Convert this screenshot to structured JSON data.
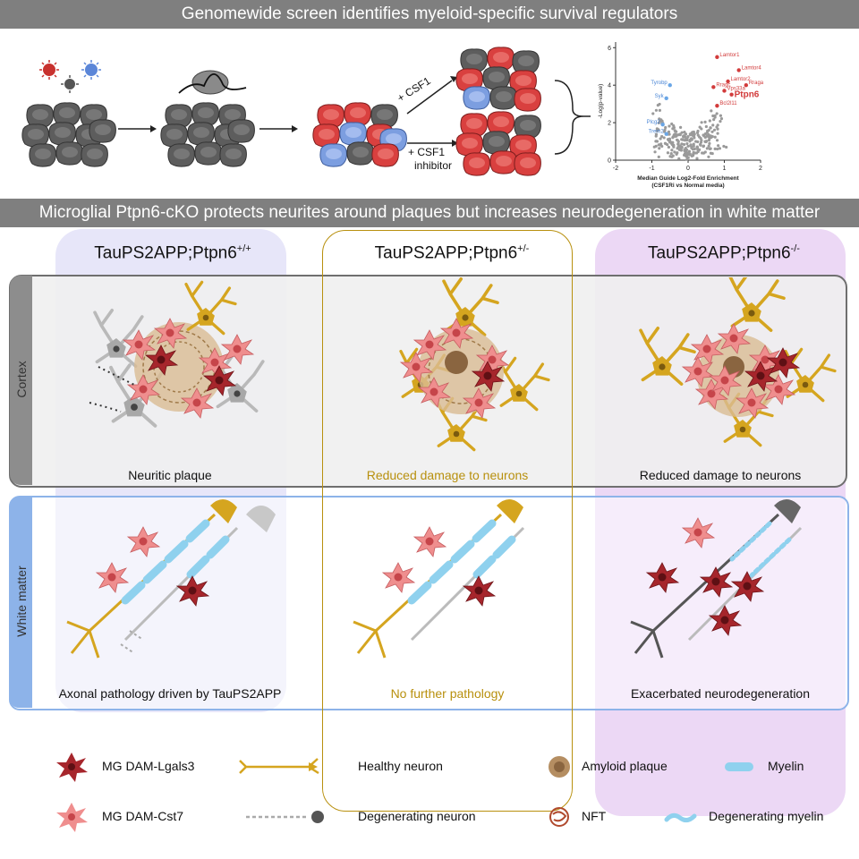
{
  "banners": {
    "top": "Genomewide screen identifies myeloid-specific survival regulators",
    "middle": "Microglial Ptpn6-cKO protects neurites around plaques but increases neurodegeneration in white matter"
  },
  "screen": {
    "csf1": "+ CSF1",
    "csf1_inhibitor_line1": "+ CSF1",
    "csf1_inhibitor_line2": "inhibitor"
  },
  "volcano": {
    "ylabel": "-Log(p-value)",
    "xlabel_line1": "Median Guide Log2-Fold Enrichment",
    "xlabel_line2": "(CSF1Ri vs Normal media)",
    "x_ticks": [
      "-2",
      "-1",
      "0",
      "1",
      "2"
    ],
    "y_ticks": [
      "0",
      "2",
      "4",
      "6"
    ],
    "labels_red": [
      "Lamtor1",
      "Lamtor4",
      "Lamtor2",
      "Rraga",
      "Rragc",
      "Vps33a",
      "Ptpn6",
      "Bcl2l11"
    ],
    "labels_blue": [
      "Tyrobp",
      "Syk",
      "Plcg2",
      "Trem2"
    ]
  },
  "columns": [
    {
      "title": "TauPS2APP;Ptpn6",
      "sup": "+/+",
      "cortex_caption": "Neuritic plaque",
      "wm_caption": "Axonal pathology driven by TauPS2APP"
    },
    {
      "title": "TauPS2APP;Ptpn6",
      "sup": "+/-",
      "cortex_caption": "Reduced damage to neurons",
      "wm_caption": "No further pathology"
    },
    {
      "title": "TauPS2APP;Ptpn6",
      "sup": "-/-",
      "cortex_caption": "Reduced damage to neurons",
      "wm_caption": "Exacerbated neurodegeneration"
    }
  ],
  "rows": {
    "cortex": "Cortex",
    "white_matter": "White matter"
  },
  "legend": {
    "lgals3": "MG DAM-Lgals3",
    "cst7": "MG DAM-Cst7",
    "healthy": "Healthy neuron",
    "degenerating": "Degenerating neuron",
    "amyloid": "Amyloid plaque",
    "nft": "NFT",
    "myelin": "Myelin",
    "degen_myelin": "Degenerating myelin"
  },
  "colors": {
    "banner": "#7f7f7f",
    "microglia_dark": "#a8262e",
    "microglia_light": "#ec8a8c",
    "neuron_gold": "#d5a51f",
    "myelin": "#8fd1ee",
    "amyloid": "#b58e62",
    "accent_gold": "#b8900e",
    "col1_bg": "#e5e4f8",
    "col3_bg": "#ead6f3",
    "wm_border": "#8db3e9"
  }
}
